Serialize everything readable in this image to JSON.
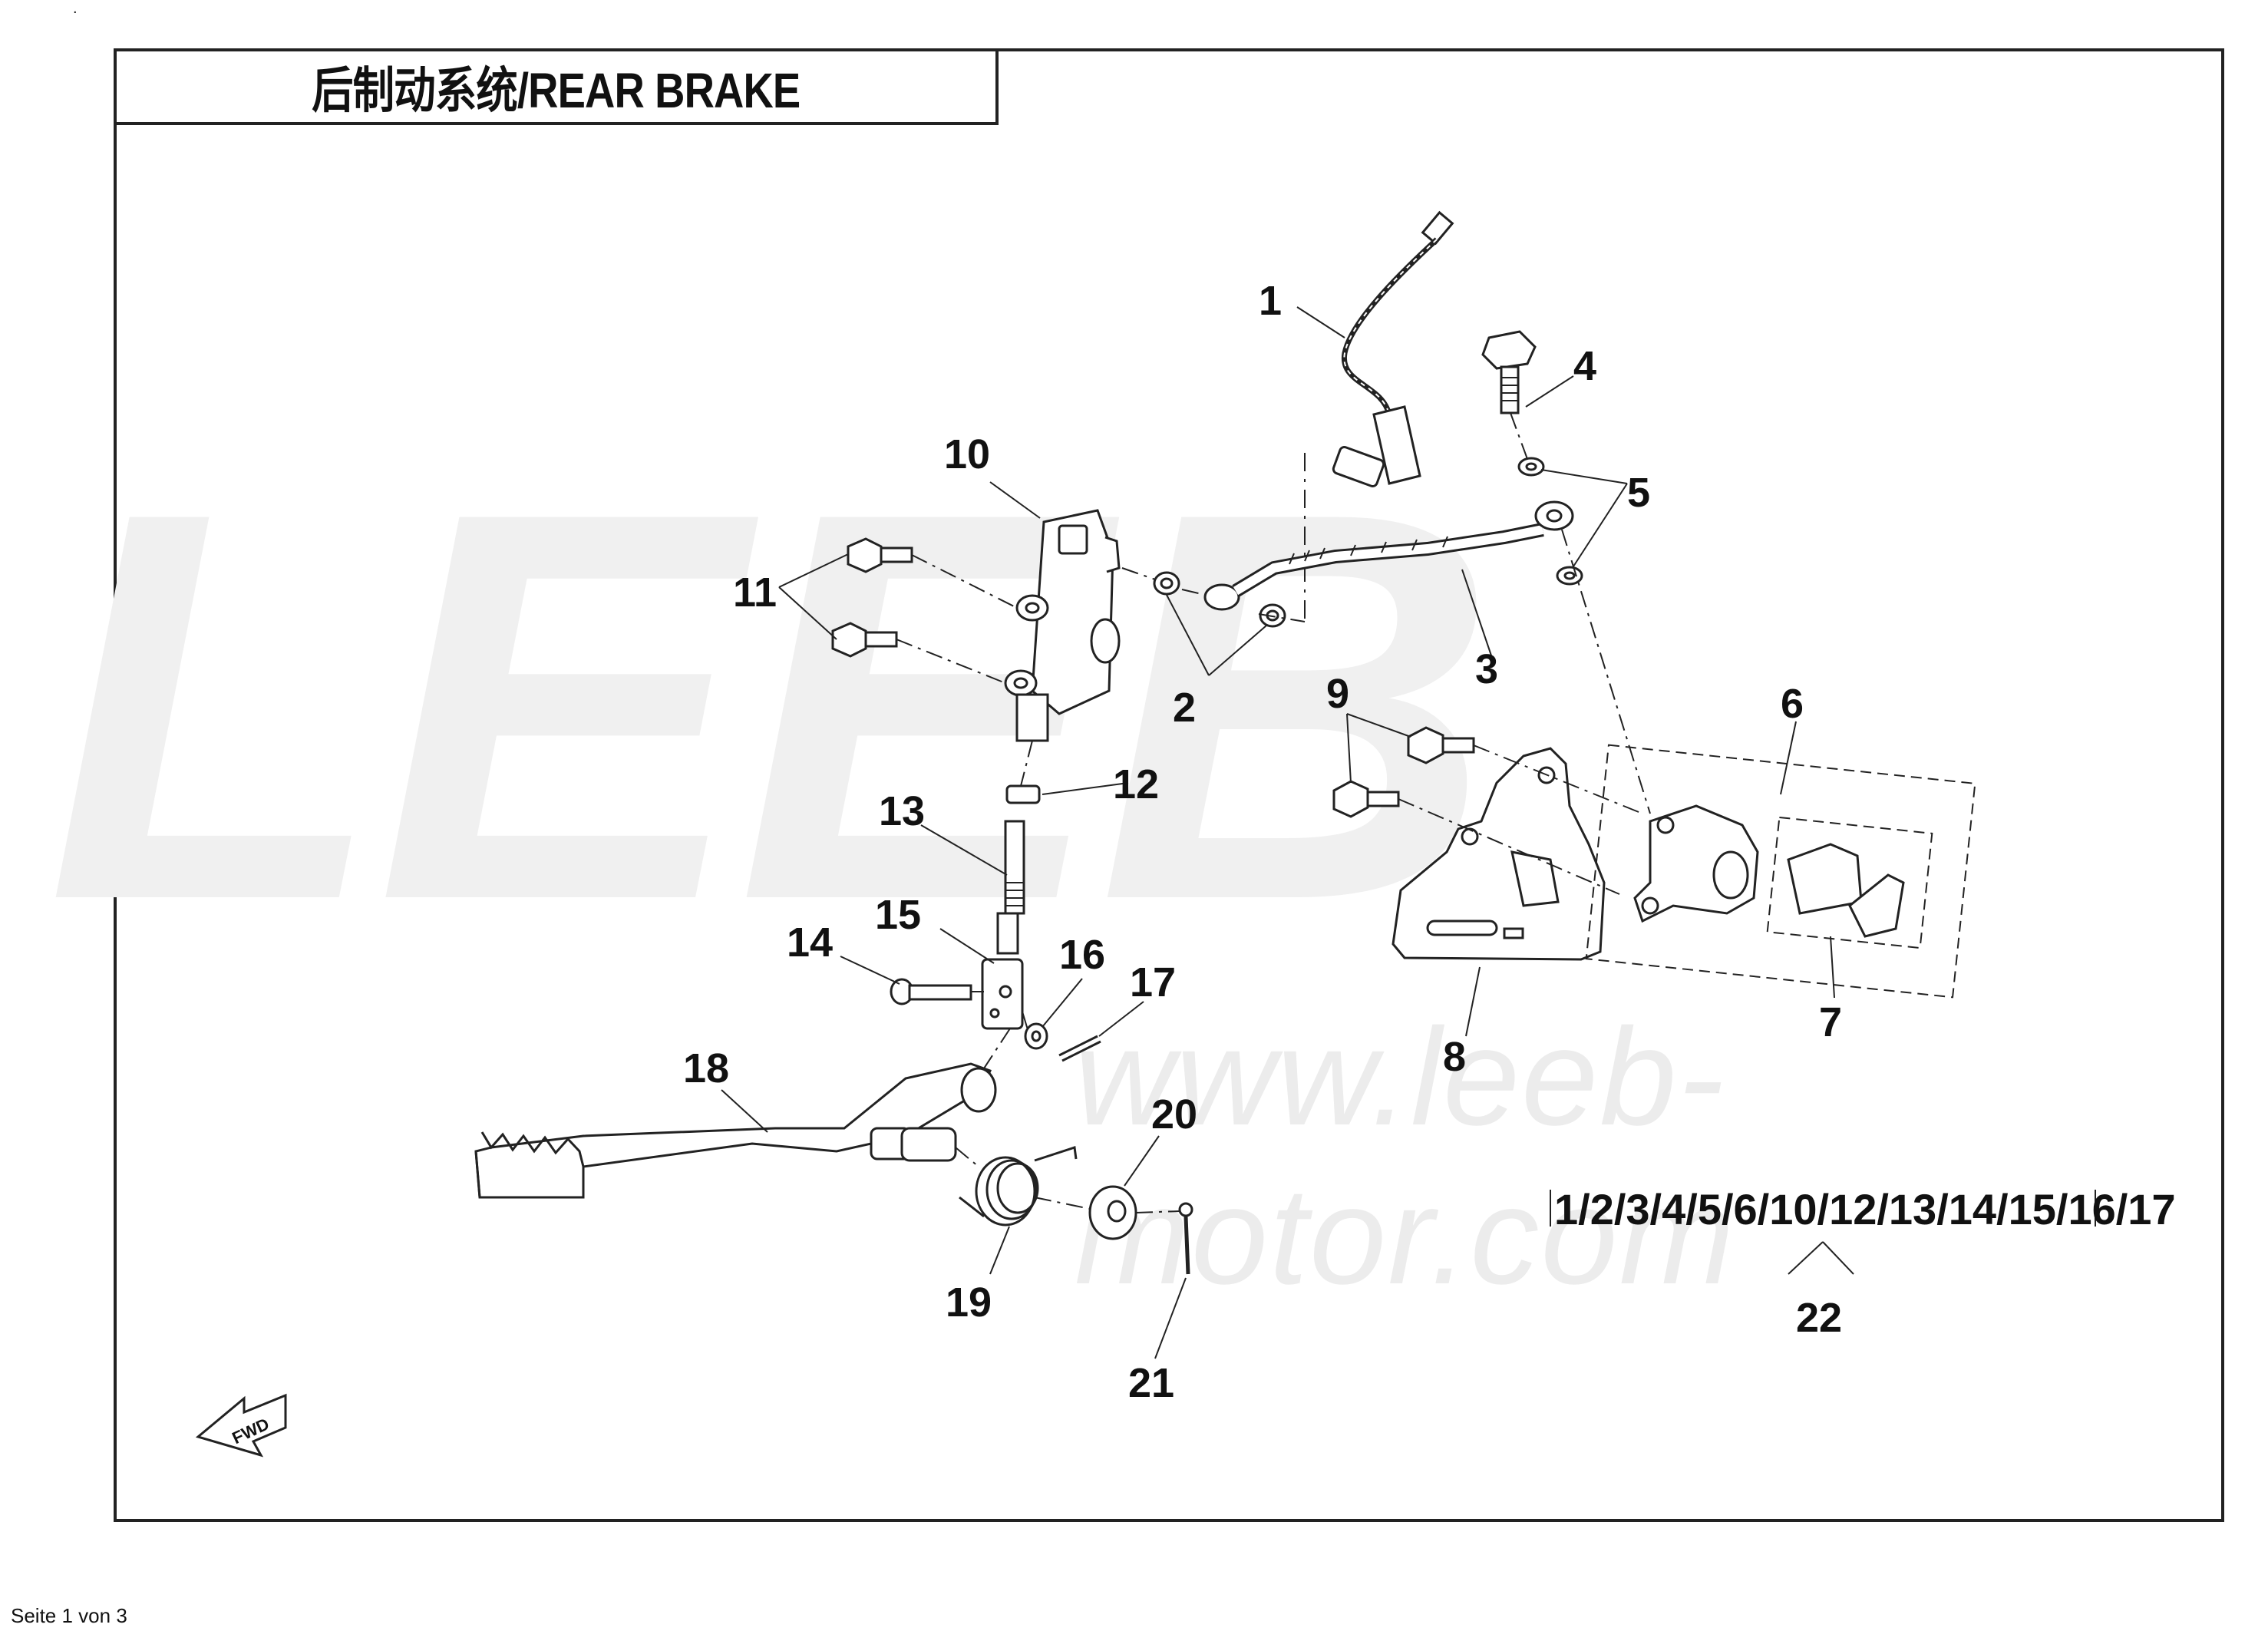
{
  "title": "后制动系统/REAR BRAKE",
  "watermark_logo": "LEEB",
  "watermark_url": "www.leeb-motor.com",
  "callouts": {
    "c1": "1",
    "c2": "2",
    "c3": "3",
    "c4": "4",
    "c5": "5",
    "c6": "6",
    "c7": "7",
    "c8": "8",
    "c9": "9",
    "c10": "10",
    "c11": "11",
    "c12": "12",
    "c13": "13",
    "c14": "14",
    "c15": "15",
    "c16": "16",
    "c17": "17",
    "c18": "18",
    "c19": "19",
    "c20": "20",
    "c21": "21",
    "c22": "22"
  },
  "kit_list": "1/2/3/4/5/6/10/12/13/14/15/16/17",
  "fwd_label": "FWD",
  "footer": "Seite 1 von 3",
  "dot": "."
}
